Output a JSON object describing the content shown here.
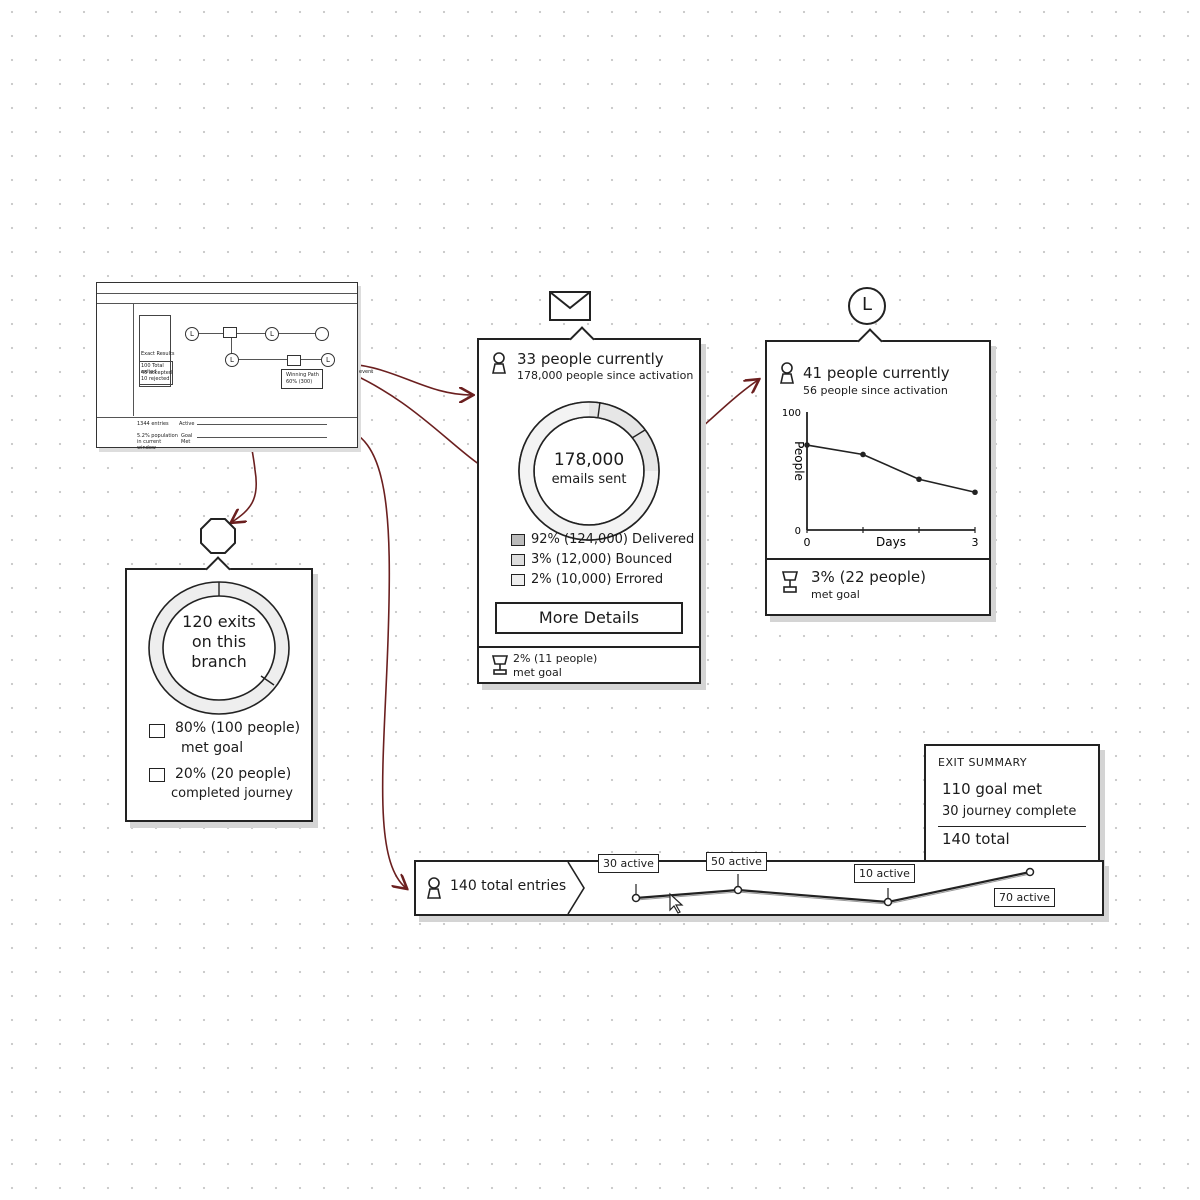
{
  "thumbnail": {
    "exit_label": "Exact Results",
    "exit_note_1": "100 Total exited",
    "exit_note_2": "40 accepted",
    "exit_note_3": "10 rejected",
    "popup_line_1": "Winning Path",
    "popup_line_2": "60% (300)",
    "side_note": "event",
    "entries_label": "1344 entries",
    "entries_tag": "Active",
    "population_label": "5.2% population in current window",
    "population_tag": "Goal Met"
  },
  "email_card": {
    "icon": "envelope-icon",
    "people_current": "33 people currently",
    "people_since": "178,000 people since activation",
    "donut_value": "178,000",
    "donut_label": "emails sent",
    "breakdown": [
      {
        "label": "92% (124,000) Delivered"
      },
      {
        "label": "3% (12,000) Bounced"
      },
      {
        "label": "2% (10,000) Errored"
      }
    ],
    "more_details": "More Details",
    "goal_line_1": "2% (11 people)",
    "goal_line_2": "met goal"
  },
  "wait_card": {
    "icon": "clock-icon",
    "clock_glyph": "L",
    "people_current": "41 people currently",
    "people_since": "56 people since activation",
    "goal_line_1": "3% (22 people)",
    "goal_line_2": "met goal"
  },
  "chart_data": {
    "type": "line",
    "x": [
      0,
      1,
      2,
      3
    ],
    "values": [
      72,
      64,
      43,
      32
    ],
    "xlabel": "Days",
    "ylabel": "People",
    "ylim": [
      0,
      100
    ],
    "xlim": [
      0,
      3
    ],
    "y_ticks": [
      "100",
      "0"
    ],
    "x_ticks": [
      "0",
      "3"
    ]
  },
  "exit_card": {
    "icon": "octagon-exit-icon",
    "donut_line_1": "120 exits",
    "donut_line_2": "on this",
    "donut_line_3": "branch",
    "goal_line_1": "80% (100 people)",
    "goal_line_2": "met goal",
    "completed_line_1": "20% (20 people)",
    "completed_line_2": "completed journey"
  },
  "timeline": {
    "entries": "140 total entries",
    "markers": [
      {
        "label": "30 active"
      },
      {
        "label": "50 active"
      },
      {
        "label": "10 active"
      },
      {
        "label": "70 active"
      }
    ]
  },
  "exit_summary": {
    "title": "EXIT SUMMARY",
    "goal_met": "110 goal met",
    "journey_complete": "30 journey complete",
    "total": "140 total"
  },
  "colors": {
    "arrow": "#6b1f1f",
    "ink": "#1b1b1b",
    "shadow": "#d4d4d4"
  }
}
